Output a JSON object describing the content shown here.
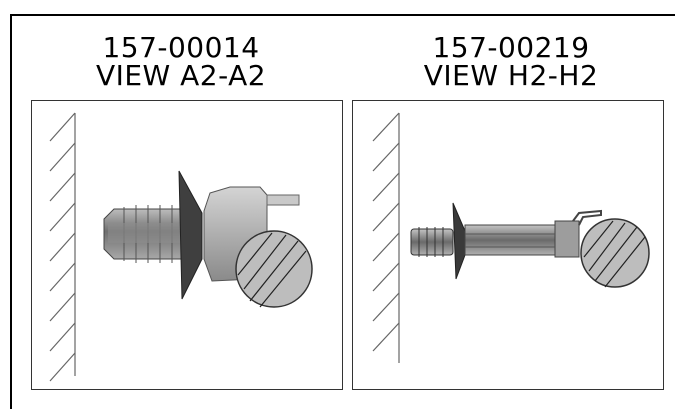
{
  "views": [
    {
      "part_number": "157-00014",
      "view_label": "VIEW A2-A2"
    },
    {
      "part_number": "157-00219",
      "view_label": "VIEW H2-H2"
    }
  ]
}
